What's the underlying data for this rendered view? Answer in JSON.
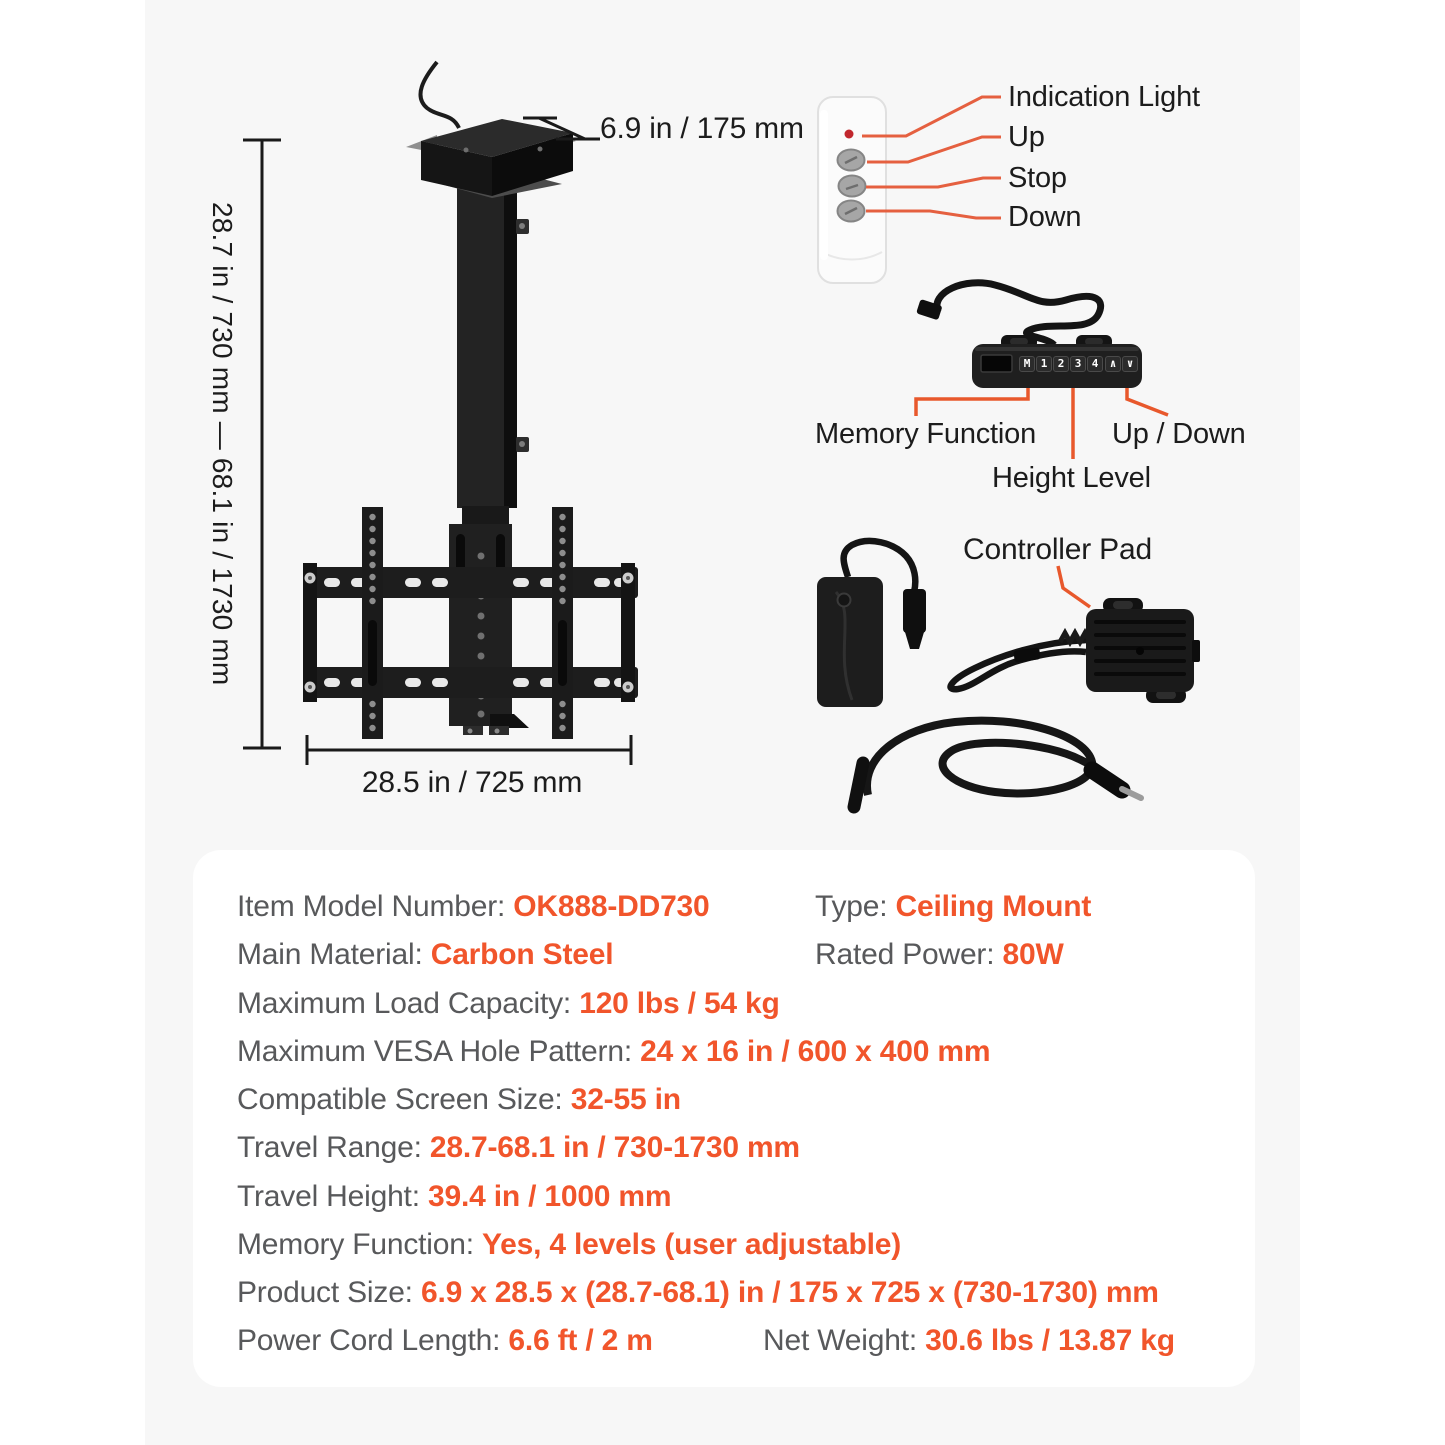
{
  "colors": {
    "accent_orange": "#f1552b",
    "leader_orange": "#e56040",
    "panel_gray": "#f7f7f7",
    "label_gray": "#58595b"
  },
  "dimensions": {
    "height_range": "28.7 in / 730 mm — 68.1 in / 1730 mm",
    "depth": "6.9 in / 175 mm",
    "width": "28.5 in / 725 mm"
  },
  "remote": {
    "labels": [
      "Indication Light",
      "Up",
      "Stop",
      "Down"
    ]
  },
  "keypad": {
    "buttons": [
      "M",
      "1",
      "2",
      "3",
      "4",
      "∧",
      "∨"
    ],
    "labels": {
      "memory": "Memory Function",
      "height": "Height Level",
      "updown": "Up / Down"
    }
  },
  "controller_pad_label": "Controller Pad",
  "specs": {
    "rows": [
      [
        {
          "label": "Item Model Number: ",
          "value": "OK888-DD730"
        },
        {
          "label": "Type: ",
          "value": "Ceiling Mount"
        }
      ],
      [
        {
          "label": "Main Material: ",
          "value": "Carbon Steel"
        },
        {
          "label": "Rated Power: ",
          "value": "80W"
        }
      ],
      [
        {
          "label": "Maximum Load Capacity: ",
          "value": "120 lbs / 54 kg"
        }
      ],
      [
        {
          "label": "Maximum VESA Hole Pattern: ",
          "value": "24 x 16 in / 600 x 400 mm"
        }
      ],
      [
        {
          "label": "Compatible Screen Size: ",
          "value": "32-55 in"
        }
      ],
      [
        {
          "label": "Travel Range: ",
          "value": "28.7-68.1 in / 730-1730 mm"
        }
      ],
      [
        {
          "label": "Travel Height: ",
          "value": "39.4 in / 1000 mm"
        }
      ],
      [
        {
          "label": "Memory Function: ",
          "value": "Yes, 4 levels (user adjustable)"
        }
      ],
      [
        {
          "label": "Product Size: ",
          "value": "6.9 x 28.5 x (28.7-68.1) in / 175 x 725 x (730-1730) mm"
        }
      ],
      [
        {
          "label": "Power Cord Length: ",
          "value": "6.6 ft / 2 m"
        },
        {
          "label": "Net Weight: ",
          "value": "30.6 lbs / 13.87 kg"
        }
      ]
    ]
  }
}
